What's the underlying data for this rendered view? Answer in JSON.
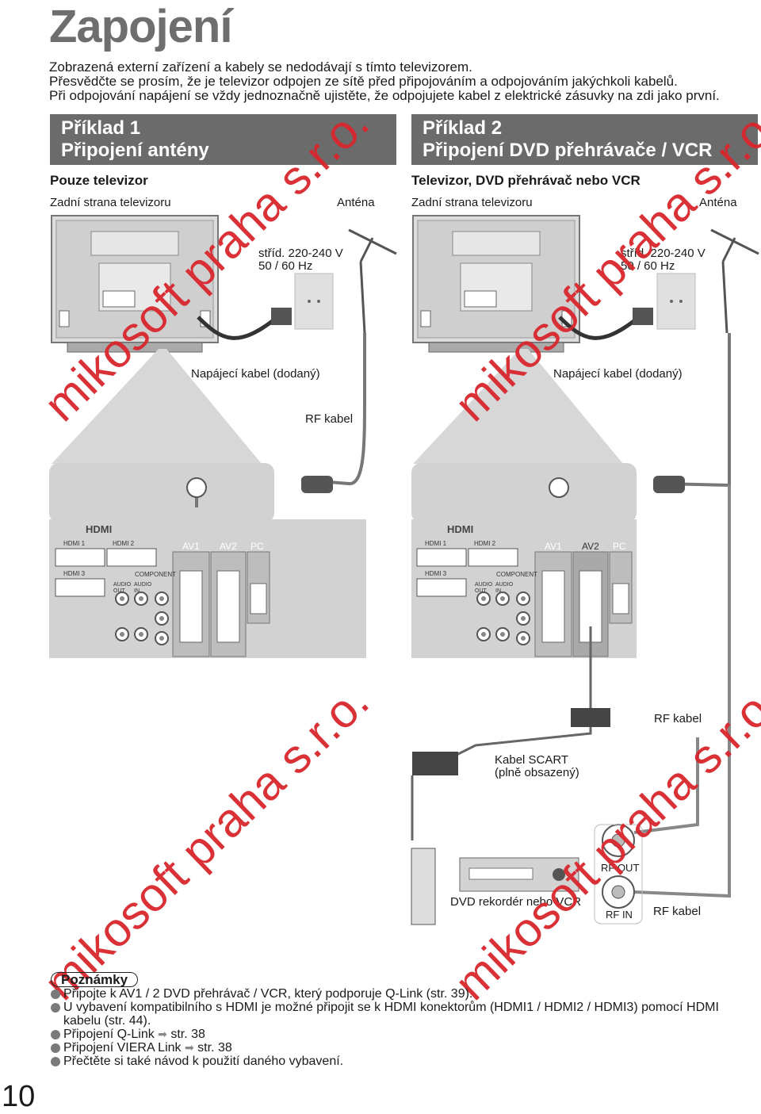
{
  "title": "Zapojení",
  "intro": [
    "Zobrazená externí zařízení a kabely se nedodávají s tímto televizorem.",
    "Přesvědčte se prosím, že je televizor odpojen ze sítě před připojováním a odpojováním jakýchkoli kabelů.",
    "Při odpojování napájení se vždy jednoznačně ujistěte, že  odpojujete kabel z elektrické zásuvky na zdi jako první."
  ],
  "example1": {
    "header_line1": "Příklad 1",
    "header_line2": "Připojení antény",
    "subtitle": "Pouze televizor",
    "tv_back": "Zadní strana televizoru",
    "antenna": "Anténa",
    "mains_line1": "stříd. 220-240 V",
    "mains_line2": "50 / 60 Hz",
    "power_cable": "Napájecí kabel (dodaný)",
    "rf_cable": "RF kabel"
  },
  "example2": {
    "header_line1": "Příklad 2",
    "header_line2": "Připojení DVD přehrávače / VCR",
    "subtitle": "Televizor, DVD přehrávač nebo VCR",
    "tv_back": "Zadní strana televizoru",
    "antenna": "Anténa",
    "mains_line1": "stříd. 220-240 V",
    "mains_line2": "50 / 60 Hz",
    "power_cable": "Napájecí kabel (dodaný)",
    "rf_cable_top": "RF kabel",
    "scart_line1": "Kabel SCART",
    "scart_line2": "(plně obsazený)",
    "rf_out": "RF OUT",
    "rf_in": "RF IN",
    "device": "DVD rekordér nebo VCR",
    "rf_cable_bottom": "RF kabel"
  },
  "panel": {
    "hdmi_logo": "HDMI",
    "hdmi1": "HDMI 1",
    "hdmi2": "HDMI 2",
    "hdmi3": "HDMI 3",
    "av1": "AV1",
    "av2": "AV2",
    "pc": "PC",
    "component": "COMPONENT",
    "audio_out": "AUDIO OUT",
    "audio_in": "AUDIO IN"
  },
  "notes": {
    "title": "Poznámky",
    "items": [
      "Připojte k AV1 / 2 DVD přehrávač / VCR, který podporuje Q-Link (str. 39).",
      "U vybavení kompatibilního s HDMI je možné připojit se k HDMI konektorům (HDMI1 / HDMI2 / HDMI3) pomocí HDMI kabelu (str. 44).",
      "Připojení Q-Link",
      "str. 38",
      "Připojení VIERA Link",
      "str. 38",
      "Přečtěte si také návod k použití daného vybavení."
    ]
  },
  "watermark": "mikosoft praha s.r.o.",
  "page_number": "10"
}
